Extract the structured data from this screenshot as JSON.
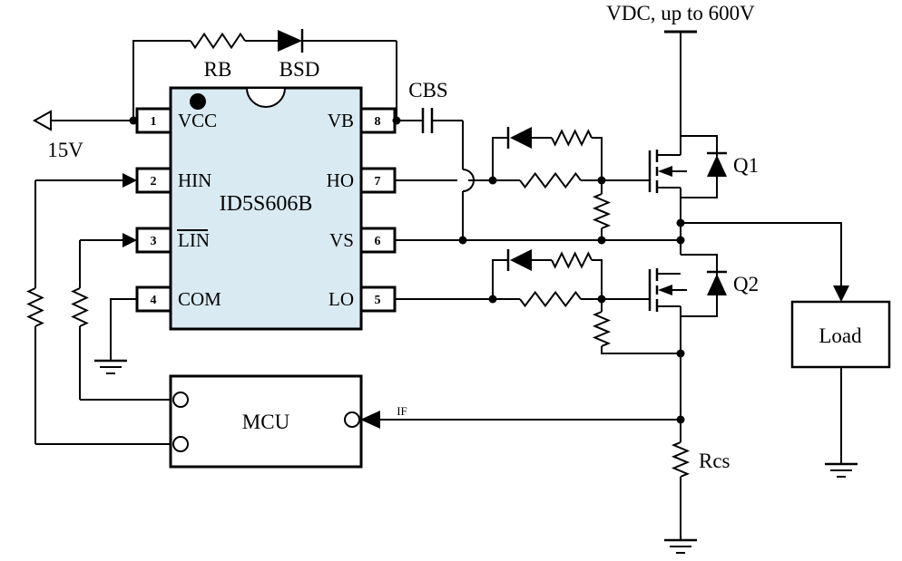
{
  "diagram": {
    "type": "circuit-schematic",
    "supply_label": "VDC, up to 600V",
    "vcc_label": "15V",
    "components": {
      "rb": "RB",
      "bsd": "BSD",
      "cbs": "CBS",
      "q1": "Q1",
      "q2": "Q2",
      "rcs": "Rcs",
      "load": "Load",
      "mcu": "MCU",
      "if_signal": "IF"
    },
    "ic": {
      "name": "ID5S606B",
      "left_pins": [
        {
          "num": "1",
          "label": "VCC"
        },
        {
          "num": "2",
          "label": "HIN"
        },
        {
          "num": "3",
          "label": "LIN",
          "overline": true
        },
        {
          "num": "4",
          "label": "COM"
        }
      ],
      "right_pins": [
        {
          "num": "8",
          "label": "VB"
        },
        {
          "num": "7",
          "label": "HO"
        },
        {
          "num": "6",
          "label": "VS"
        },
        {
          "num": "5",
          "label": "LO"
        }
      ]
    },
    "colors": {
      "ic_fill": "#d9eaf2",
      "line": "#000000",
      "background": "#ffffff"
    }
  }
}
